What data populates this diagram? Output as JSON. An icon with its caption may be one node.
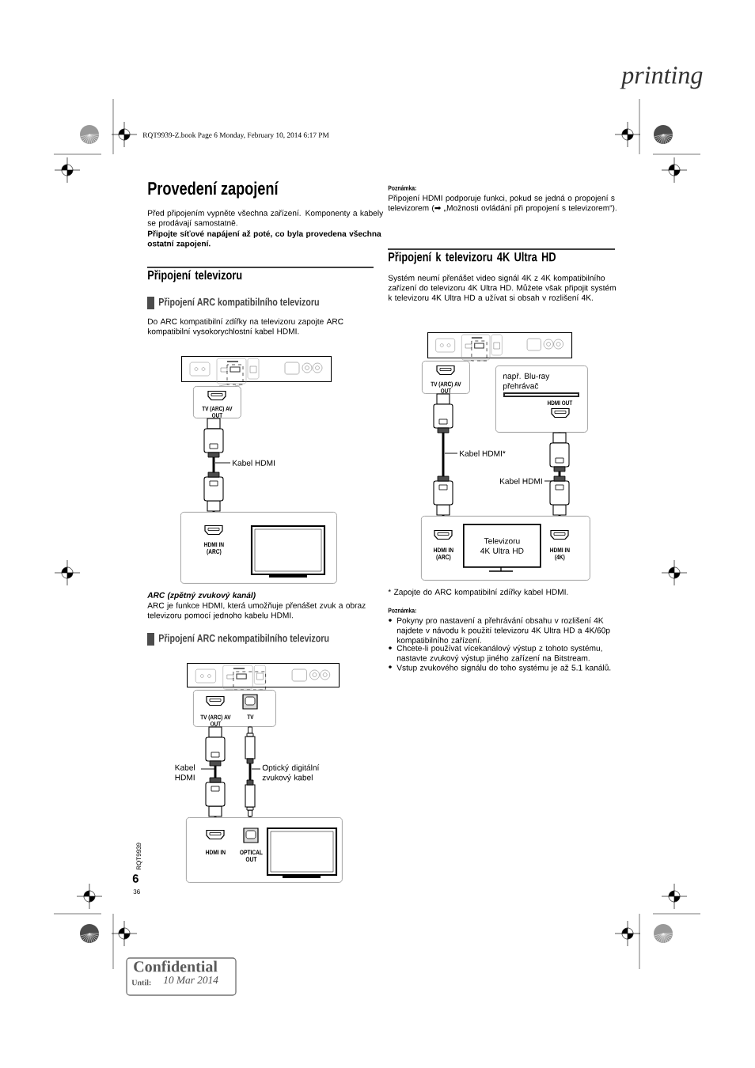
{
  "diagram": {
    "title": "Provedení zapojení",
    "nodes": [
      {
        "text": [],
        "shape": "box"
      },
      {
        "text": [
          "TV (ARC) AV OUT"
        ]
      },
      {
        "text": [
          "HDMI IN (ARC)"
        ]
      },
      {
        "text": [],
        "shape": "box"
      },
      {
        "text": [
          "TV (ARC) AV OUT",
          "TV"
        ]
      },
      {
        "text": [
          "HDMI IN",
          "OPTICAL OUT"
        ]
      },
      {
        "text": [],
        "shape": "box"
      },
      {
        "text": [
          "TV (ARC) AV OUT"
        ]
      },
      {
        "text": [
          "např. Blu-ray přehrávač",
          "HDMI OUT"
        ]
      },
      {
        "text": [
          "HDMI IN (ARC)",
          "HDMI IN (4K)"
        ]
      },
      {
        "text": [
          "Televizoru 4K Ultra HD"
        ],
        "in": 9
      }
    ],
    "edges": [
      {
        "from": 1,
        "to": 2,
        "arrow": "other",
        "label": "Kabel HDMI"
      },
      {
        "from": 4,
        "to": 5,
        "arrow": "other",
        "label": "Kabel HDMI"
      },
      {
        "from": 4,
        "to": 5,
        "arrow": "other",
        "label": "Optický digitální zvukový kabel"
      },
      {
        "from": 7,
        "to": 9,
        "arrow": "other",
        "label": "Kabel HDMI*"
      },
      {
        "from": 8,
        "to": 9,
        "arrow": "other",
        "label": "Kabel HDMI"
      }
    ],
    "labels": [
      "printing",
      "RQT9939-Z.book Page 6 Monday, February 10, 2014 6:17 PM",
      "Před připojením vypněte všechna zařízení. Komponenty a kabely se prodávají samostatně.",
      "Připojte síťové napájení až poté, co byla provedena všechna ostatní zapojení.",
      "Připojení televizoru",
      "Připojení ARC kompatibilního televizoru",
      "Do ARC kompatibilní zdířky na televizoru zapojte ARC kompatibilní vysokorychlostní kabel HDMI.",
      "ARC (zpětný zvukový kanál)",
      "ARC je funkce HDMI, která umožňuje přenášet zvuk a obraz televizoru pomocí jednoho kabelu HDMI.",
      "Připojení ARC nekompatibilního televizoru",
      "Poznámka:",
      "Připojení HDMI podporuje funkci, pokud se jedná o propojení s televizorem (➡ „Možnosti ovládání při propojení s televizorem“).",
      "Připojení k televizoru 4K Ultra HD",
      "Systém neumí přenášet video signál 4K z 4K kompatibilního zařízení do televizoru 4K Ultra HD. Můžete však připojit systém k televizoru 4K Ultra HD a užívat si obsah v rozlišení 4K.",
      "* Zapojte do ARC kompatibilní zdířky kabel HDMI.",
      "Poznámka:",
      "Pokyny pro nastavení a přehrávání obsahu v rozlišení 4K najdete v návodu k použití televizoru 4K Ultra HD a 4K/60p kompatibilního zařízení.",
      "Chcete-li používat vícekanálový výstup z tohoto systému, nastavte zvukový výstup jiného zařízení na Bitstream.",
      "Vstup zvukového signálu do toho systému je až 5.1 kanálů.",
      "RQT9939",
      "6",
      "36",
      "Confidential",
      "Until:",
      "10 Mar 2014"
    ]
  }
}
